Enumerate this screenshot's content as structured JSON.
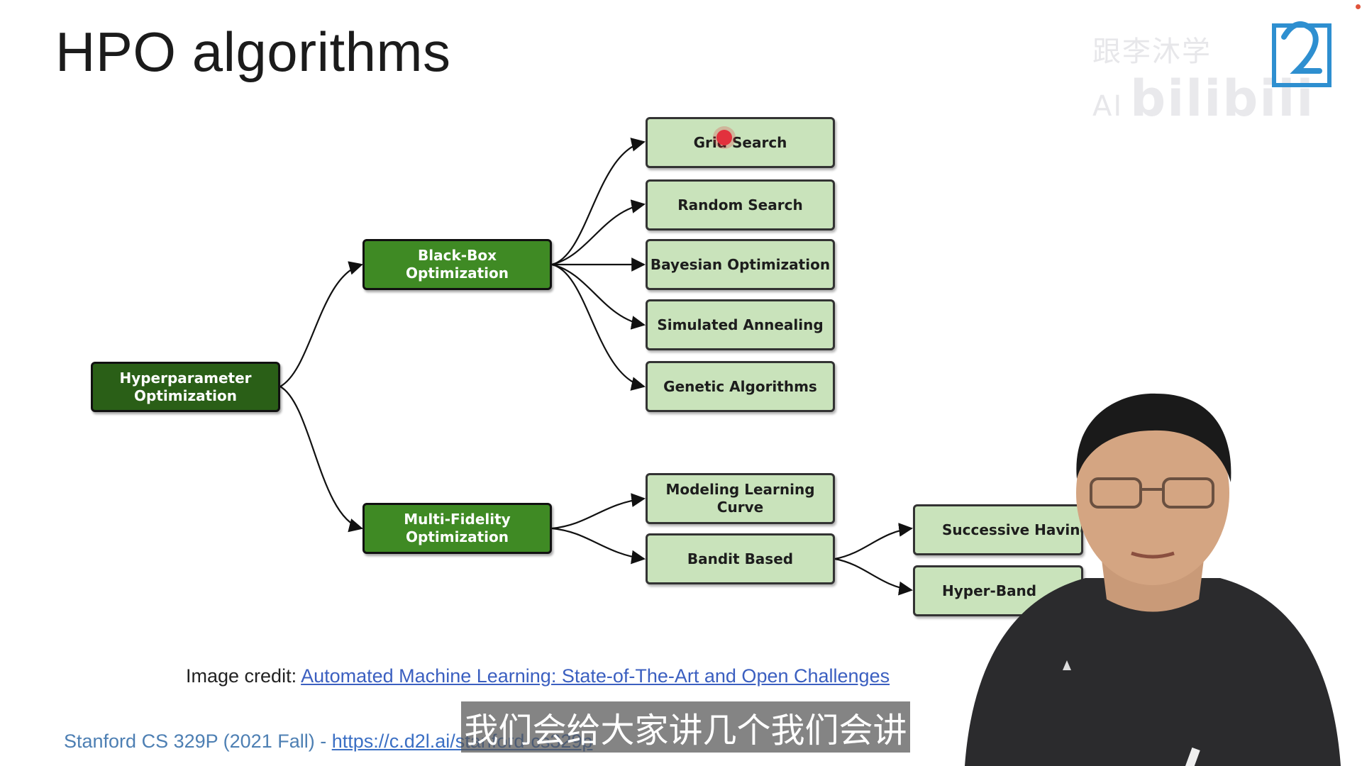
{
  "slide": {
    "title": "HPO algorithms",
    "credit_prefix": "Image credit: ",
    "credit_link": "Automated Machine Learning: State-of-The-Art and Open Challenges",
    "footer_prefix": "Stanford CS 329P (2021 Fall) - ",
    "footer_link": "https://c.d2l.ai/stanford-cs329p"
  },
  "overlay": {
    "watermark": "跟李沐学AI",
    "watermark_brand": "bilibili",
    "subtitle": "我们会给大家讲几个我们会讲"
  },
  "diagram": {
    "root": "Hyperparameter\nOptimization",
    "branches": {
      "black_box": "Black-Box\nOptimization",
      "multi_fidelity": "Multi-Fidelity\nOptimization"
    },
    "black_box_leaves": [
      "Grid Search",
      "Random Search",
      "Bayesian Optimization",
      "Simulated Annealing",
      "Genetic Algorithms"
    ],
    "multi_fidelity_leaves": [
      "Modeling Learning\nCurve",
      "Bandit Based"
    ],
    "bandit_leaves": [
      "Successive Having",
      "Hyper-Band"
    ]
  },
  "colors": {
    "root_fill": "#2a5f17",
    "branch_fill": "#3f8a24",
    "leaf_fill": "#c9e3bb",
    "link": "#3b5fc0"
  }
}
